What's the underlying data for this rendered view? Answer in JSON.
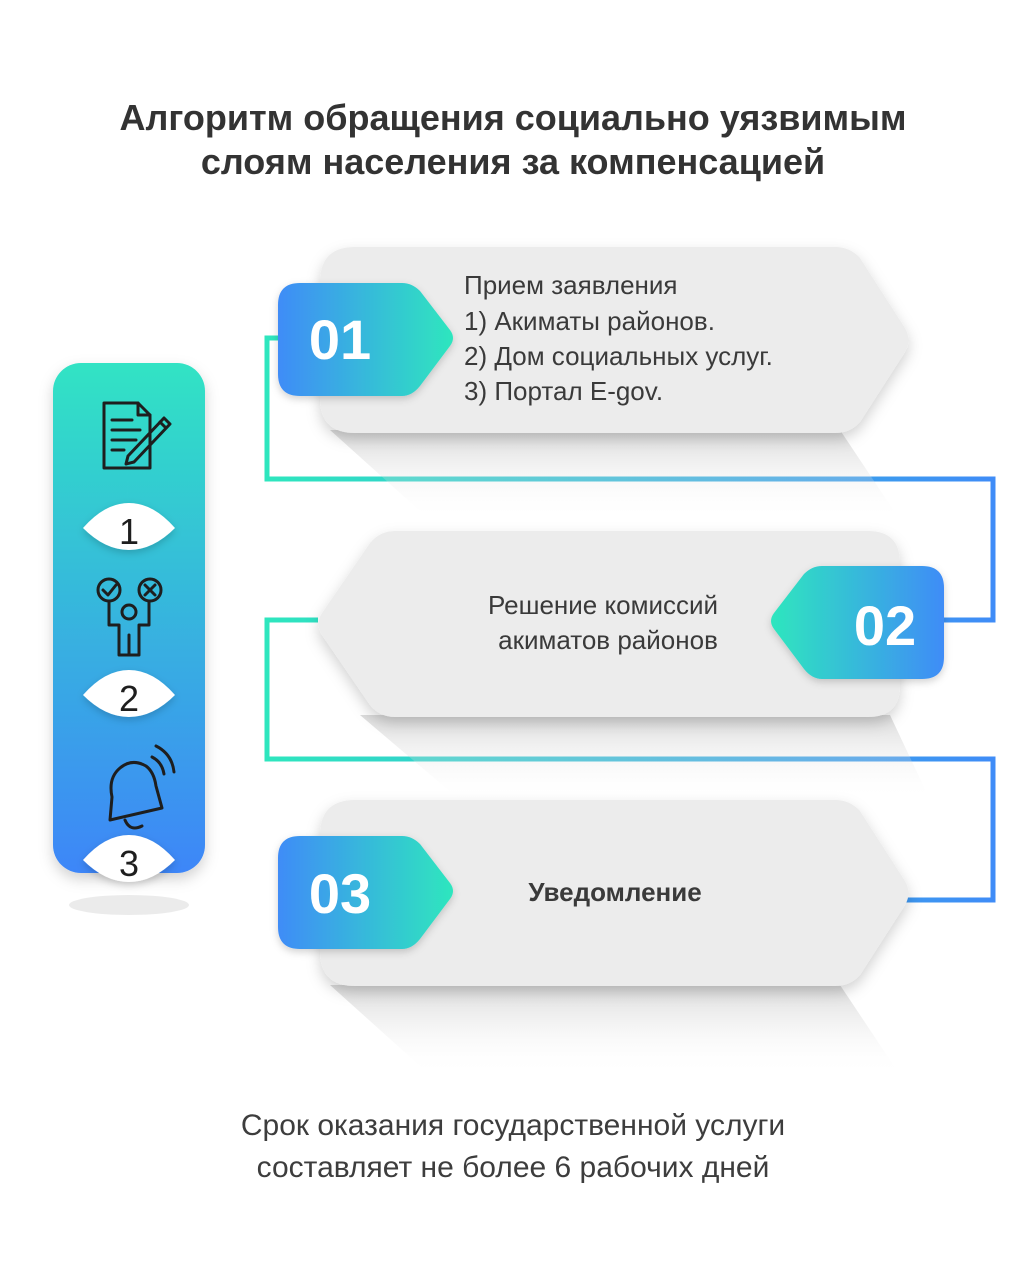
{
  "title": {
    "line1": "Алгоритм обращения социально уязвимым",
    "line2": "слоям населения за компенсацией"
  },
  "steps": [
    {
      "number": "01",
      "lines": [
        "Прием заявления",
        "1) Акиматы районов.",
        "2) Дом социальных услуг.",
        "3) Портал E-gov."
      ]
    },
    {
      "number": "02",
      "lines": [
        "Решение комиссий",
        "акиматов районов"
      ]
    },
    {
      "number": "03",
      "lines": [
        "Уведомление"
      ]
    }
  ],
  "sidebar": {
    "items": [
      {
        "icon": "document-pen-icon",
        "label": "1"
      },
      {
        "icon": "person-decision-icon",
        "label": "2"
      },
      {
        "icon": "bell-ringing-icon",
        "label": "3"
      }
    ]
  },
  "footer": {
    "line1": "Срок оказания государственной услуги",
    "line2": "составляет не более 6 рабочих дней"
  },
  "colors": {
    "teal": "#2fe0c0",
    "blue": "#3b8ff6",
    "card": "#ececec",
    "text": "#3a3a3a"
  }
}
